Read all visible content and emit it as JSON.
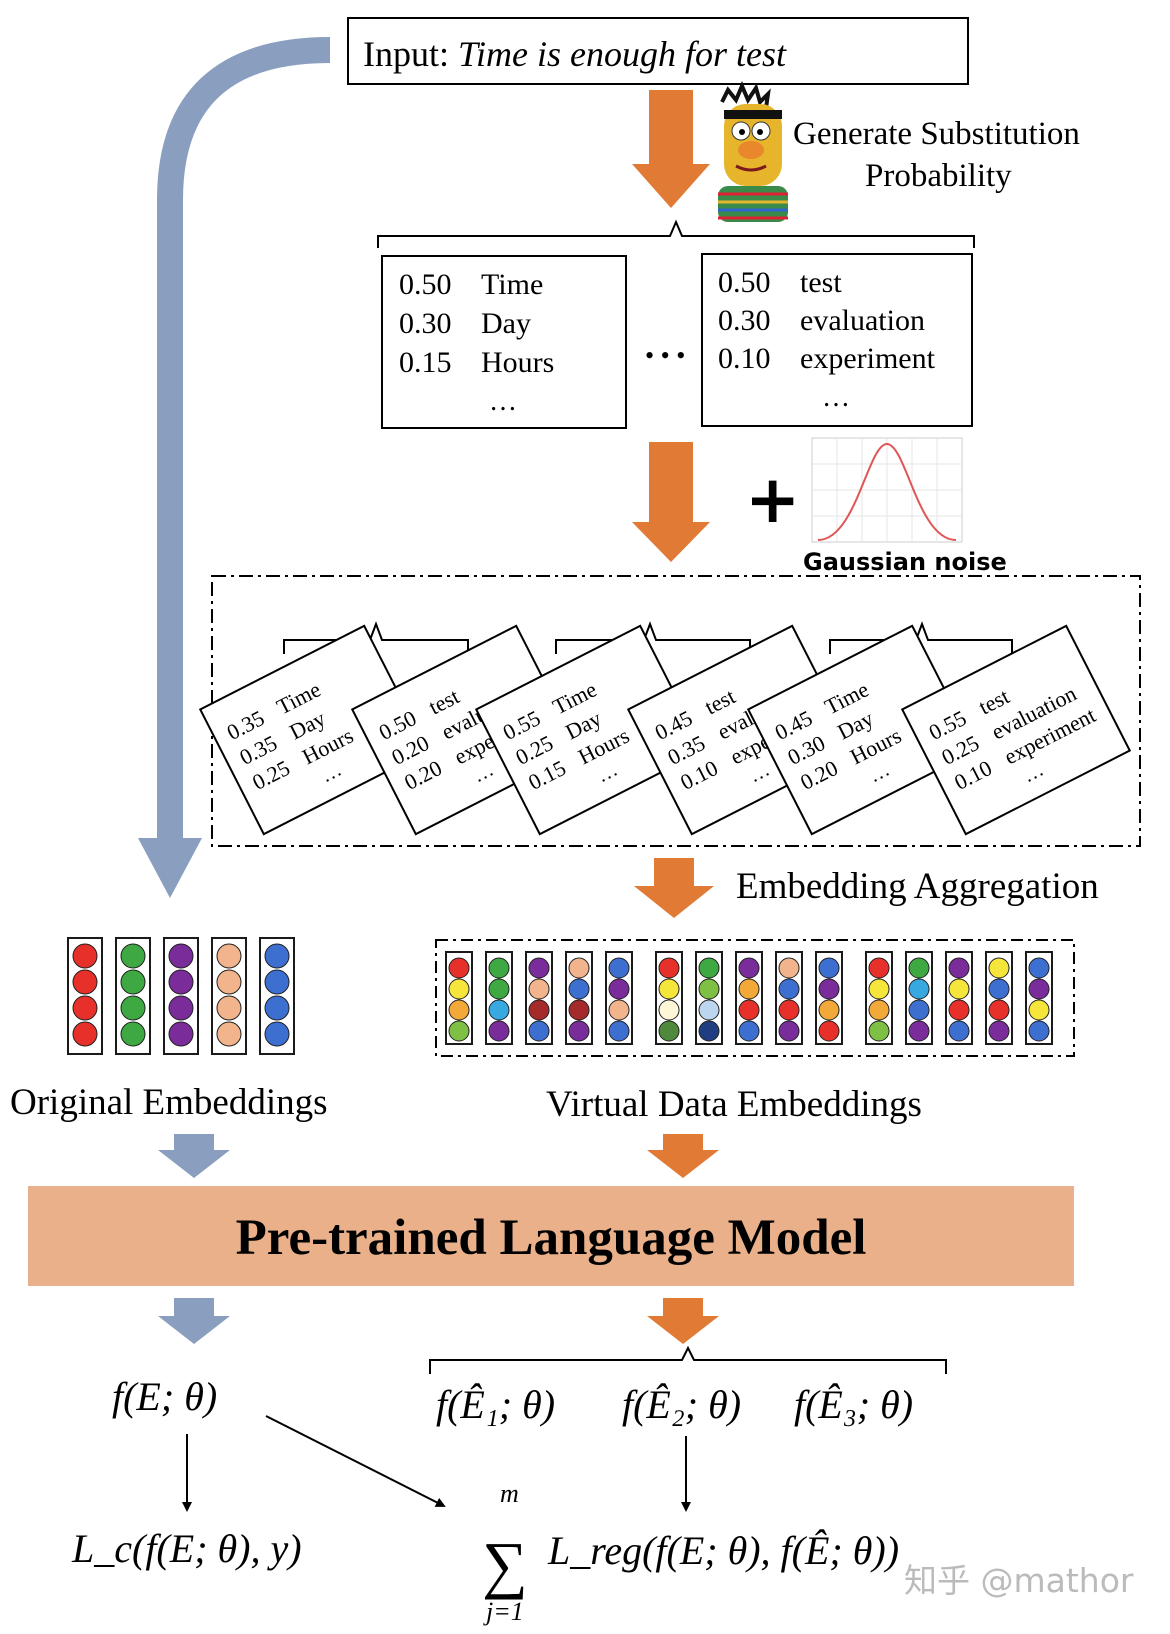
{
  "input_box": {
    "prefix": "Input: ",
    "sentence": "Time is enough for test"
  },
  "generator": {
    "line1": "Generate Substitution",
    "line2": "Probability",
    "icon": "bert-muppet-icon"
  },
  "substitution_sets": [
    {
      "rows": [
        {
          "p": "0.50",
          "w": "Time"
        },
        {
          "p": "0.30",
          "w": "Day"
        },
        {
          "p": "0.15",
          "w": "Hours"
        }
      ],
      "more": "…"
    },
    {
      "rows": [
        {
          "p": "0.50",
          "w": "test"
        },
        {
          "p": "0.30",
          "w": "evaluation"
        },
        {
          "p": "0.10",
          "w": "experiment"
        }
      ],
      "more": "…"
    }
  ],
  "ellipsis": "• • •",
  "plus": "+",
  "noise": {
    "label": "Gaussian noise",
    "icon": "gaussian-curve-icon"
  },
  "noisy_sets": [
    {
      "rows": [
        {
          "p": "0.35",
          "w": "Time"
        },
        {
          "p": "0.35",
          "w": "Day"
        },
        {
          "p": "0.25",
          "w": "Hours"
        }
      ],
      "more": "…"
    },
    {
      "rows": [
        {
          "p": "0.50",
          "w": "test"
        },
        {
          "p": "0.20",
          "w": "evaluation"
        },
        {
          "p": "0.20",
          "w": "experiment"
        }
      ],
      "more": "…"
    },
    {
      "rows": [
        {
          "p": "0.55",
          "w": "Time"
        },
        {
          "p": "0.25",
          "w": "Day"
        },
        {
          "p": "0.15",
          "w": "Hours"
        }
      ],
      "more": "…"
    },
    {
      "rows": [
        {
          "p": "0.45",
          "w": "test"
        },
        {
          "p": "0.35",
          "w": "evaluation"
        },
        {
          "p": "0.10",
          "w": "experiment"
        }
      ],
      "more": "…"
    },
    {
      "rows": [
        {
          "p": "0.45",
          "w": "Time"
        },
        {
          "p": "0.30",
          "w": "Day"
        },
        {
          "p": "0.20",
          "w": "Hours"
        }
      ],
      "more": "…"
    },
    {
      "rows": [
        {
          "p": "0.55",
          "w": "test"
        },
        {
          "p": "0.25",
          "w": "evaluation"
        },
        {
          "p": "0.10",
          "w": "experiment"
        }
      ],
      "more": "…"
    }
  ],
  "embedding_aggregation": "Embedding Aggregation",
  "original_embeddings": {
    "label": "Original Embeddings",
    "columns": [
      [
        "#e8302a",
        "#e8302a",
        "#e8302a",
        "#e8302a"
      ],
      [
        "#3ea843",
        "#3ea843",
        "#3ea843",
        "#3ea843"
      ],
      [
        "#7a2d9a",
        "#7a2d9a",
        "#7a2d9a",
        "#7a2d9a"
      ],
      [
        "#f2b48c",
        "#f2b48c",
        "#f2b48c",
        "#f2b48c"
      ],
      [
        "#3d6fd1",
        "#3d6fd1",
        "#3d6fd1",
        "#3d6fd1"
      ]
    ]
  },
  "virtual_embeddings": {
    "label": "Virtual Data Embeddings",
    "groups": [
      [
        [
          "#e8302a",
          "#f6e53a",
          "#f2a93a",
          "#7ec043"
        ],
        [
          "#3ea843",
          "#3ea843",
          "#37a8e0",
          "#7a2d9a"
        ],
        [
          "#7a2d9a",
          "#f2b48c",
          "#a52a2a",
          "#3d6fd1"
        ],
        [
          "#f2b48c",
          "#3d6fd1",
          "#a52a2a",
          "#7a2d9a"
        ],
        [
          "#3d6fd1",
          "#7a2d9a",
          "#f2b48c",
          "#3d6fd1"
        ]
      ],
      [
        [
          "#e8302a",
          "#f6e53a",
          "#fff6d8",
          "#4f8a3c"
        ],
        [
          "#3ea843",
          "#7ec043",
          "#bcd6ef",
          "#1f3d80"
        ],
        [
          "#7a2d9a",
          "#f2a93a",
          "#e8302a",
          "#3d6fd1"
        ],
        [
          "#f2b48c",
          "#3d6fd1",
          "#e8302a",
          "#7a2d9a"
        ],
        [
          "#3d6fd1",
          "#7a2d9a",
          "#f2a93a",
          "#e8302a"
        ]
      ],
      [
        [
          "#e8302a",
          "#f6e53a",
          "#f2a93a",
          "#7ec043"
        ],
        [
          "#3ea843",
          "#37a8e0",
          "#3d6fd1",
          "#7a2d9a"
        ],
        [
          "#7a2d9a",
          "#f6e53a",
          "#e8302a",
          "#3d6fd1"
        ],
        [
          "#f6e53a",
          "#3d6fd1",
          "#e8302a",
          "#7a2d9a"
        ],
        [
          "#3d6fd1",
          "#7a2d9a",
          "#f6e53a",
          "#3d6fd1"
        ]
      ]
    ]
  },
  "plm": {
    "label": "Pre-trained Language Model",
    "color": "#e9b08a"
  },
  "colors": {
    "orange_arrow": "#e07a35",
    "blue_arrow": "#8a9fbf",
    "bead_outline": "#1a1a1a"
  },
  "formulas": {
    "f_orig": "f(E; θ)",
    "f_virtual": [
      "f(Ê₁; θ)",
      "f(Ê₂; θ)",
      "f(Ê₃; θ)"
    ],
    "loss_c": "L_c(f(E; θ), y)",
    "sum_top": "m",
    "sum_bottom": "j=1",
    "loss_reg": "L_reg(f(E; θ), f(Ê; θ))"
  },
  "watermark": "知乎 @mathor"
}
